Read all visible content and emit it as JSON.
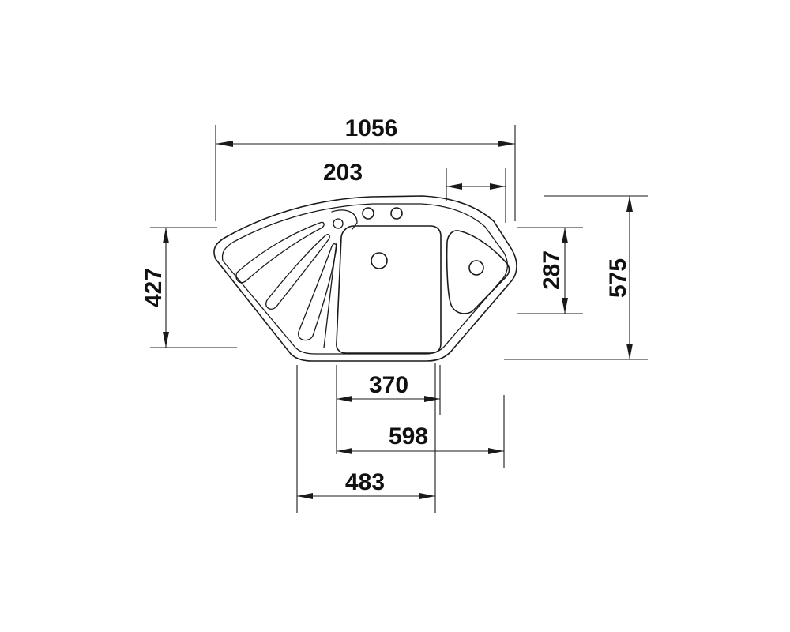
{
  "drawing": {
    "title": "",
    "dimensions": {
      "overall_width": "1056",
      "tap_offset": "203",
      "left_height": "427",
      "small_bowl_height": "287",
      "overall_depth": "575",
      "main_bowl_width": "370",
      "cabinet_width": "598",
      "drainer_width": "483"
    }
  }
}
